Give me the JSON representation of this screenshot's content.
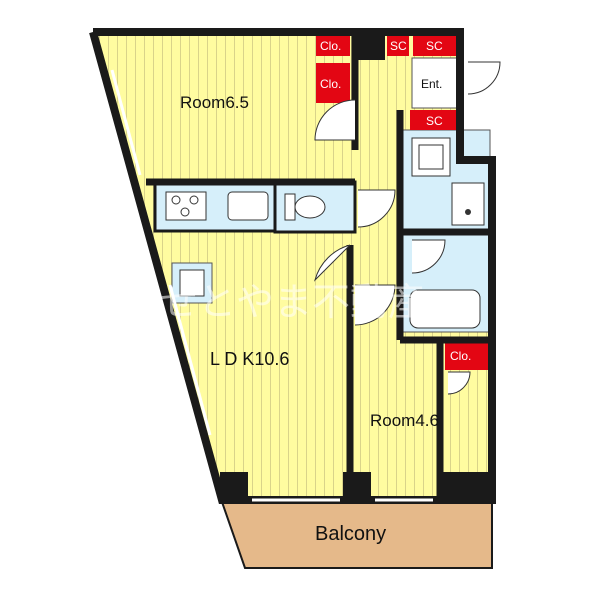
{
  "colors": {
    "floor_yellow": "#fffca0",
    "floor_stripe": "#d9d38a",
    "wall": "#1a1a1a",
    "wet_area_blue": "#d6effa",
    "closet_red": "#e30613",
    "balcony_tan": "#e5b98a",
    "entrance_white": "#ffffff"
  },
  "rooms": {
    "room1": "Room6.5",
    "ldk": "L D K10.6",
    "room2": "Room4.6",
    "balcony": "Balcony",
    "entrance": "Ent."
  },
  "closets": {
    "clo_top": "Clo.",
    "clo_second": "Clo.",
    "clo_right": "Clo.",
    "sc_top_left": "SC",
    "sc_top_right": "SC",
    "sc_mid": "SC"
  },
  "watermark": "せとやま不動産",
  "icons": {
    "stove": "stove-icon",
    "sink": "kitchen-sink-icon",
    "toilet": "toilet-icon",
    "washer": "washing-machine-icon",
    "washbasin": "washbasin-icon",
    "bathtub": "bathtub-icon",
    "fridge": "refrigerator-icon"
  }
}
